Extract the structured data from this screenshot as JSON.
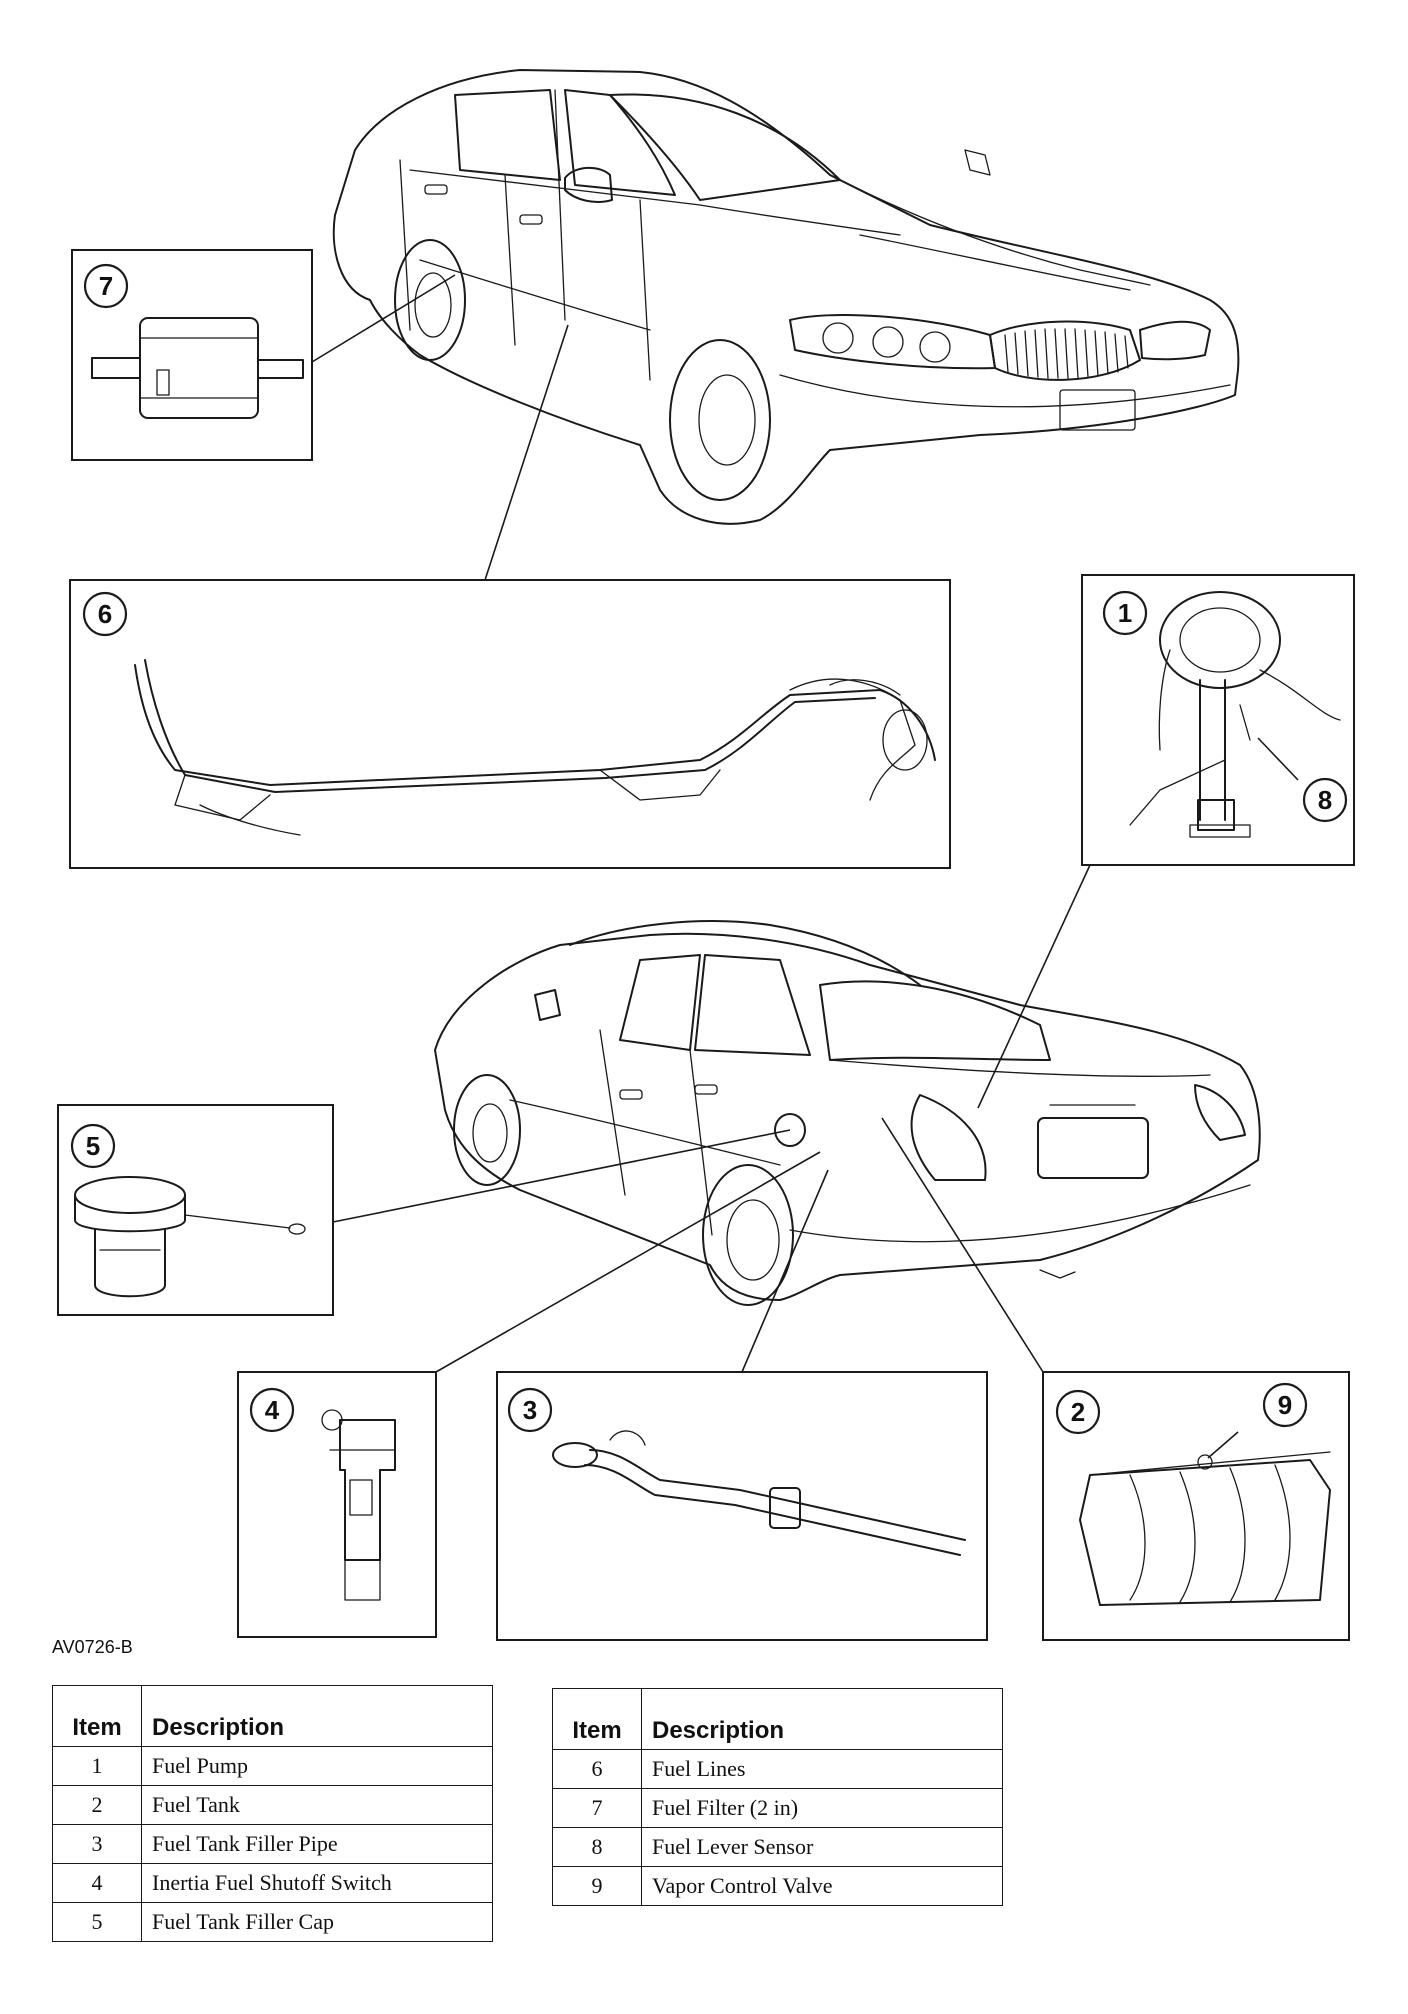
{
  "figure_code": "AV0726-B",
  "callouts": {
    "c1": "1",
    "c2": "2",
    "c3": "3",
    "c4": "4",
    "c5": "5",
    "c6": "6",
    "c7": "7",
    "c8": "8",
    "c9": "9"
  },
  "legend": {
    "header_item": "Item",
    "header_description": "Description",
    "left_rows": [
      {
        "item": "1",
        "description": "Fuel Pump"
      },
      {
        "item": "2",
        "description": "Fuel Tank"
      },
      {
        "item": "3",
        "description": "Fuel Tank Filler Pipe"
      },
      {
        "item": "4",
        "description": "Inertia Fuel Shutoff Switch"
      },
      {
        "item": "5",
        "description": "Fuel Tank Filler Cap"
      }
    ],
    "right_rows": [
      {
        "item": "6",
        "description": "Fuel Lines"
      },
      {
        "item": "7",
        "description": "Fuel Filter (2 in)"
      },
      {
        "item": "8",
        "description": "Fuel Lever Sensor"
      },
      {
        "item": "9",
        "description": "Vapor Control Valve"
      }
    ]
  }
}
